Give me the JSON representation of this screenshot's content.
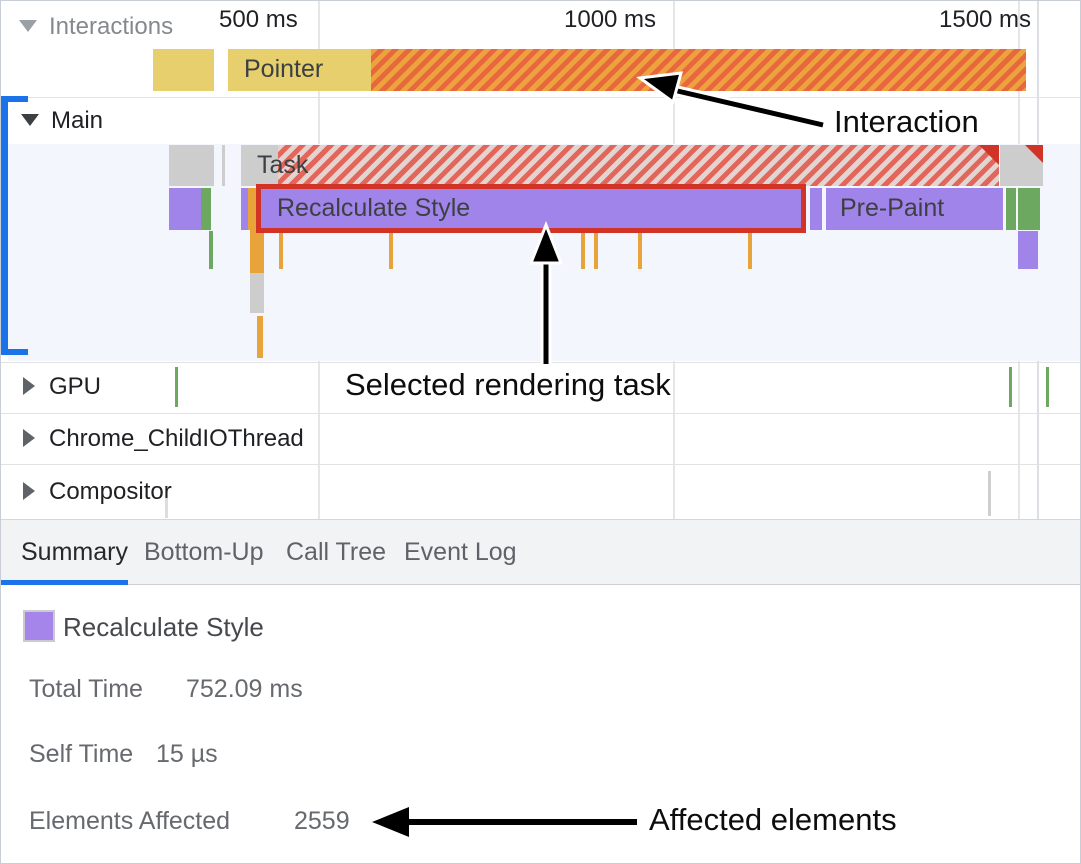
{
  "ruler": {
    "ticks": [
      "500 ms",
      "1000 ms",
      "1500 ms"
    ]
  },
  "tracks": {
    "interactions": {
      "label": "Interactions",
      "pointer": "Pointer"
    },
    "main": {
      "label": "Main",
      "task": "Task",
      "selected": "Recalculate Style",
      "prepaint": "Pre-Paint"
    },
    "gpu": {
      "label": "GPU"
    },
    "child_io": {
      "label": "Chrome_ChildIOThread"
    },
    "compositor": {
      "label": "Compositor"
    }
  },
  "tabs": [
    {
      "label": "Summary",
      "active": true
    },
    {
      "label": "Bottom-Up",
      "active": false
    },
    {
      "label": "Call Tree",
      "active": false
    },
    {
      "label": "Event Log",
      "active": false
    }
  ],
  "summary": {
    "event_title": "Recalculate Style",
    "rows": [
      {
        "label": "Total Time",
        "value": "752.09 ms"
      },
      {
        "label": "Self Time",
        "value": "15 µs"
      },
      {
        "label": "Elements Affected",
        "value": "2559"
      }
    ]
  },
  "annotations": {
    "interaction": "Interaction",
    "selected_task": "Selected rendering task",
    "affected_elements": "Affected elements"
  },
  "colors": {
    "accent_blue": "#1a73e8",
    "selection_red": "#d23327",
    "interaction_yellow": "#e6cf6c",
    "interaction_hatch_orange": "#e7683d",
    "style_purple": "#a184e9",
    "paint_green": "#6da861",
    "script_orange": "#e9a33b",
    "task_gray": "#cdcdcd"
  }
}
